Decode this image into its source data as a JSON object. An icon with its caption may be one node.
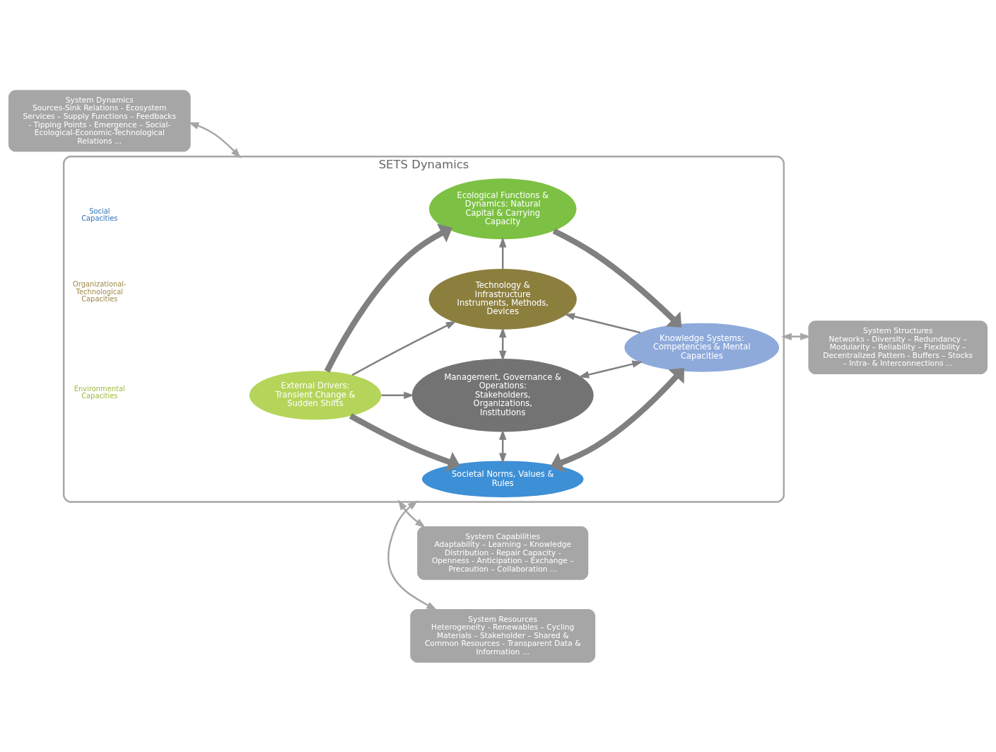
{
  "diagram": {
    "nodes": [
      {
        "text": [
          "System Resources",
          "Heterogeneity - Renewables – Cycling Materials – Stakeholder – Shared & Common Resources - Transparent Data & Information ..."
        ]
      },
      {
        "text": [
          "System Dynamics",
          "Sources-Sink Relations - Ecosystem Services – Supply Functions – Feedbacks - Tipping Points - Emergence – Social-Ecological-Economic-Technological Relations ..."
        ]
      },
      {
        "text": [
          "System Structures",
          "Networks - Diversity – Redundancy – Modularity – Reliability – Flexibility – Decentralized Pattern - Buffers – Stocks – Intra- & Interconnections ..."
        ]
      },
      {
        "text": [
          "System Capabilities",
          "Adaptability – Learning – Knowledge Distribution - Repair Capacity - Openness - Anticipation – Exchange – Precaution – Collaboration ..."
        ]
      },
      {
        "text": [
          "SETS Dynamics"
        ]
      },
      {
        "text": [
          "Societal Norms, Values & Rules"
        ],
        "in": 4
      },
      {
        "text": [
          "Management, Governance & Operations: Stakeholders, Organizations, Institutions"
        ],
        "in": 4
      },
      {
        "text": [
          "External Drivers: Transient Change & Sudden Shifts"
        ],
        "in": 4
      },
      {
        "text": [
          "Knowledge Systems: Competencies & Mental Capacities"
        ],
        "in": 4
      },
      {
        "text": [
          "Technology & Infrastructure Instruments, Methods, Devices"
        ],
        "in": 4
      },
      {
        "text": [
          "Ecological Functions & Dynamics: Natural Capital & Carrying Capacity"
        ],
        "in": 4
      }
    ],
    "edges": [
      {
        "from": 0,
        "to": 4,
        "arrow": "both",
        "color": "#a6a6a6"
      },
      {
        "from": 2,
        "to": 4,
        "arrow": "both",
        "color": "#a6a6a6"
      },
      {
        "from": 1,
        "to": 4,
        "arrow": "both",
        "color": "#a6a6a6"
      },
      {
        "from": 3,
        "to": 4,
        "arrow": "both",
        "color": "#a6a6a6"
      },
      {
        "from": 7,
        "to": 5,
        "arrow": "to",
        "style": "thick"
      },
      {
        "from": 7,
        "to": 6,
        "arrow": "to"
      },
      {
        "from": 7,
        "to": 9,
        "arrow": "to"
      },
      {
        "from": 7,
        "to": 10,
        "arrow": "to",
        "style": "thick"
      },
      {
        "from": 5,
        "to": 6,
        "arrow": "both"
      },
      {
        "from": 6,
        "to": 9,
        "arrow": "both"
      },
      {
        "from": 5,
        "to": 8,
        "arrow": "both",
        "style": "thick"
      },
      {
        "from": 6,
        "to": 8,
        "arrow": "both"
      },
      {
        "from": 8,
        "to": 9,
        "arrow": "to"
      },
      {
        "from": 9,
        "to": 10,
        "arrow": "to"
      },
      {
        "from": 10,
        "to": 8,
        "arrow": "to",
        "style": "thick"
      }
    ],
    "labels": [
      "Social Capacities",
      "Organizational-Technological Capacities",
      "Environmental Capacities"
    ]
  }
}
